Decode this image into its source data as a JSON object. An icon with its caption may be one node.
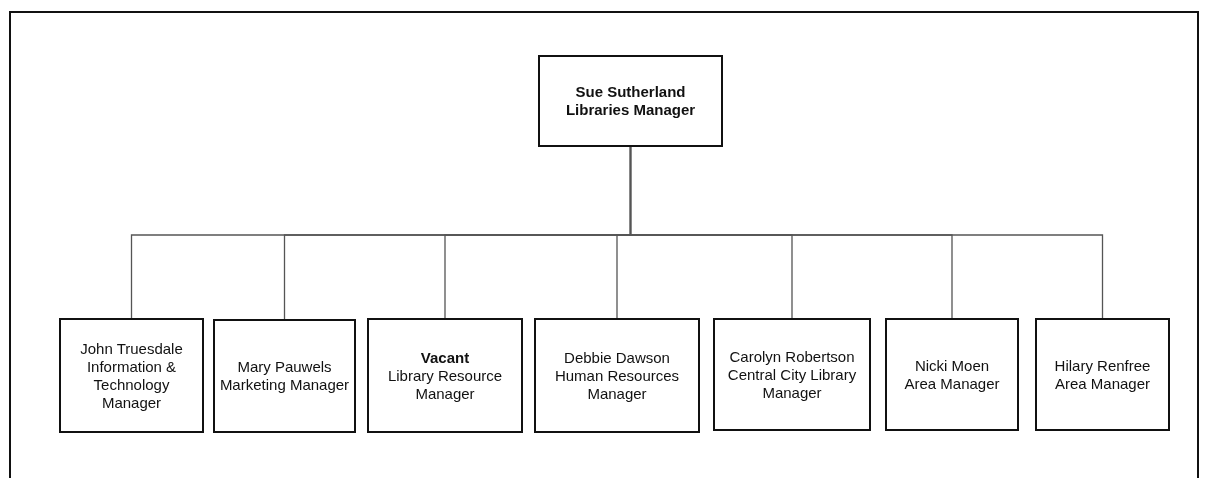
{
  "diagram": {
    "nodes": [
      {
        "text": [
          "Sue Sutherland",
          "Libraries Manager"
        ]
      },
      {
        "text": [
          "John Truesdale",
          "Information & Technology Manager"
        ]
      },
      {
        "text": [
          "Mary Pauwels",
          "Marketing Manager"
        ]
      },
      {
        "text": [
          "Vacant",
          "Library Resource Manager"
        ]
      },
      {
        "text": [
          "Debbie Dawson",
          "Human Resources Manager"
        ]
      },
      {
        "text": [
          "Carolyn Robertson",
          "Central City Library Manager"
        ]
      },
      {
        "text": [
          "Nicki Moen",
          "Area Manager"
        ]
      },
      {
        "text": [
          "Hilary Renfree",
          "Area Manager"
        ]
      }
    ],
    "edges": [
      {
        "from": 0,
        "to": 1,
        "arrow": "none"
      },
      {
        "from": 0,
        "to": 2,
        "arrow": "none"
      },
      {
        "from": 0,
        "to": 3,
        "arrow": "none"
      },
      {
        "from": 0,
        "to": 4,
        "arrow": "none"
      },
      {
        "from": 0,
        "to": 5,
        "arrow": "none"
      },
      {
        "from": 0,
        "to": 6,
        "arrow": "none"
      },
      {
        "from": 0,
        "to": 7,
        "arrow": "none"
      }
    ]
  }
}
